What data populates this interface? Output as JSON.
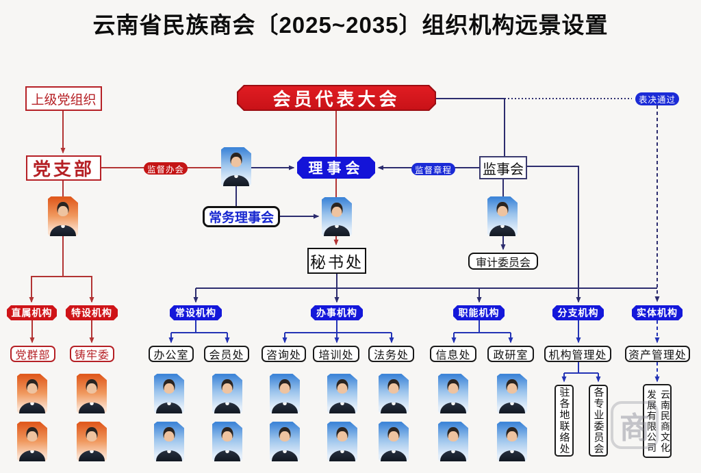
{
  "title": "云南省民族商会〔2025~2035〕组织机构远景设置",
  "nodes": {
    "superior_party_org": "上级党组织",
    "member_assembly": "会员代表大会",
    "vote_passed": "表决通过",
    "party_branch": "党支部",
    "supervise_meeting": "监督办会",
    "council": "理事会",
    "supervise_charter": "监督章程",
    "supervisory_board": "监事会",
    "standing_council": "常务理事会",
    "secretariat": "秘书处",
    "audit_committee": "审计委员会"
  },
  "categories": [
    {
      "label": "直属机构",
      "type": "red"
    },
    {
      "label": "特设机构",
      "type": "red"
    },
    {
      "label": "常设机构",
      "type": "blue"
    },
    {
      "label": "办事机构",
      "type": "blue"
    },
    {
      "label": "职能机构",
      "type": "blue"
    },
    {
      "label": "分支机构",
      "type": "blue"
    },
    {
      "label": "实体机构",
      "type": "blue"
    }
  ],
  "departments": [
    {
      "label": "党群部"
    },
    {
      "label": "铸牢委"
    },
    {
      "label": "办公室"
    },
    {
      "label": "会员处"
    },
    {
      "label": "咨询处"
    },
    {
      "label": "培训处"
    },
    {
      "label": "法务处"
    },
    {
      "label": "信息处"
    },
    {
      "label": "政研室"
    },
    {
      "label": "机构管理处"
    },
    {
      "label": "资产管理处"
    }
  ],
  "sub_units": [
    {
      "label": "驻各地联络处"
    },
    {
      "label": "各专业委员会"
    },
    {
      "label": "云南民商文化发展有限公司"
    }
  ],
  "watermark": "商",
  "colors": {
    "banner_red": "#d6181d",
    "box_blue": "#1414d8",
    "chip_red": "#cf1418",
    "chip_blue": "#1418da",
    "pill_blue": "#1b2bd6",
    "pill_red": "#c41515",
    "line_red": "#b23333",
    "line_navy": "#2c2c6e",
    "line_blue": "#2333b5"
  }
}
